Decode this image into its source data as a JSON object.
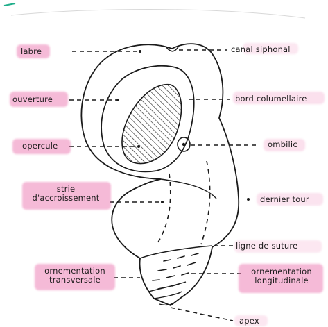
{
  "labels": {
    "labre": "labre",
    "canal_siphonal": "canal siphonal",
    "ouverture": "ouverture",
    "bord_columellaire": "bord columellaire",
    "opercule": "opercule",
    "ombilic": "ombilic",
    "strie_line1": "strie",
    "strie_line2": "d'accroissement",
    "dernier_tour": "dernier tour",
    "ligne_de_suture": "ligne de suture",
    "orn_transversale_line1": "ornementation",
    "orn_transversale_line2": "transversale",
    "orn_longitudinale_line1": "ornementation",
    "orn_longitudinale_line2": "longitudinale",
    "apex": "apex"
  },
  "colors": {
    "highlight": "#e75aa0",
    "ink": "#1a1a1a",
    "paper": "#ffffff",
    "corner_mark": "#1fae8a"
  }
}
